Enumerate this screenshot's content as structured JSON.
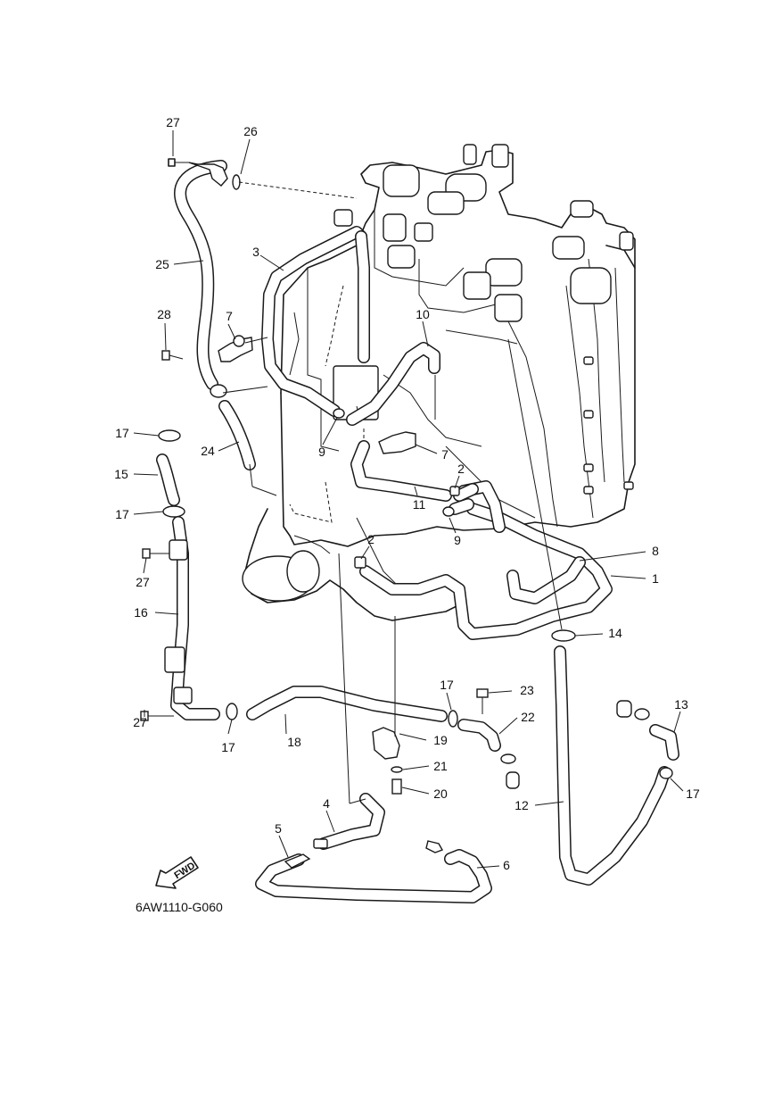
{
  "diagram_code": "6AW1110-G060",
  "fwd_label": "FWD",
  "callouts": [
    {
      "id": "c27a",
      "label": "27"
    },
    {
      "id": "c26",
      "label": "26"
    },
    {
      "id": "c25",
      "label": "25"
    },
    {
      "id": "c3",
      "label": "3"
    },
    {
      "id": "c28",
      "label": "28"
    },
    {
      "id": "c7a",
      "label": "7"
    },
    {
      "id": "c10",
      "label": "10"
    },
    {
      "id": "c17a",
      "label": "17"
    },
    {
      "id": "c24",
      "label": "24"
    },
    {
      "id": "c9a",
      "label": "9"
    },
    {
      "id": "c7b",
      "label": "7"
    },
    {
      "id": "c15",
      "label": "15"
    },
    {
      "id": "c2a",
      "label": "2"
    },
    {
      "id": "c11",
      "label": "11"
    },
    {
      "id": "c17b",
      "label": "17"
    },
    {
      "id": "c9b",
      "label": "9"
    },
    {
      "id": "c27b",
      "label": "27"
    },
    {
      "id": "c2b",
      "label": "2"
    },
    {
      "id": "c8",
      "label": "8"
    },
    {
      "id": "c1",
      "label": "1"
    },
    {
      "id": "c16",
      "label": "16"
    },
    {
      "id": "c14",
      "label": "14"
    },
    {
      "id": "c17c",
      "label": "17"
    },
    {
      "id": "c23",
      "label": "23"
    },
    {
      "id": "c27c",
      "label": "27"
    },
    {
      "id": "c22",
      "label": "22"
    },
    {
      "id": "c13",
      "label": "13"
    },
    {
      "id": "c17d",
      "label": "17"
    },
    {
      "id": "c18",
      "label": "18"
    },
    {
      "id": "c19",
      "label": "19"
    },
    {
      "id": "c21",
      "label": "21"
    },
    {
      "id": "c17e",
      "label": "17"
    },
    {
      "id": "c20",
      "label": "20"
    },
    {
      "id": "c12",
      "label": "12"
    },
    {
      "id": "c4",
      "label": "4"
    },
    {
      "id": "c5",
      "label": "5"
    },
    {
      "id": "c6",
      "label": "6"
    }
  ]
}
